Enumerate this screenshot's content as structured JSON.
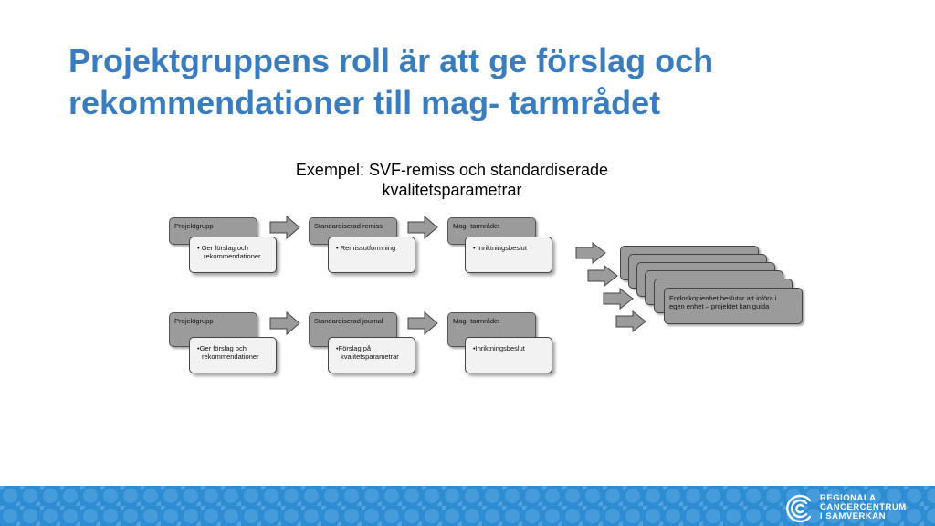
{
  "title_line1": "Projektgruppens roll är att ge förslag och",
  "title_line2": "rekommendationer till mag- tarmrådet",
  "subtitle_line1": "Exempel: SVF-remiss och standardiserade",
  "subtitle_line2": "kvalitetsparametrar",
  "row1": {
    "box1_header": "Projektgrupp",
    "box1_bullet_line1": "• Ger förslag och",
    "box1_bullet_line2": "rekommendationer",
    "box2_header": "Standardiserad remiss",
    "box2_bullet": "• Remissutformning",
    "box3_header": "Mag- tarmrådet",
    "box3_bullet": "• Inriktningsbeslut"
  },
  "row2": {
    "box1_header": "Projektgrupp",
    "box1_bullet_line1": "•Ger förslag och",
    "box1_bullet_line2": "rekommendationer",
    "box2_header": "Standardiserad journal",
    "box2_bullet_line1": "•Förslag på",
    "box2_bullet_line2": "kvalitetsparametrar",
    "box3_header": "Mag- tarmrådet",
    "box3_bullet": "•Inriktningsbeslut"
  },
  "stack_text_line1": "Endoskopienhet beslutar att införa i",
  "stack_text_line2": "egen enhet – projektet kan guida",
  "logo_line1": "REGIONALA",
  "logo_line2": "CANCERCENTRUM",
  "logo_line3": "I SAMVERKAN",
  "colors": {
    "title": "#3a7dbf",
    "footer": "#2d8cd2",
    "header_box": "#9b9b9b"
  }
}
